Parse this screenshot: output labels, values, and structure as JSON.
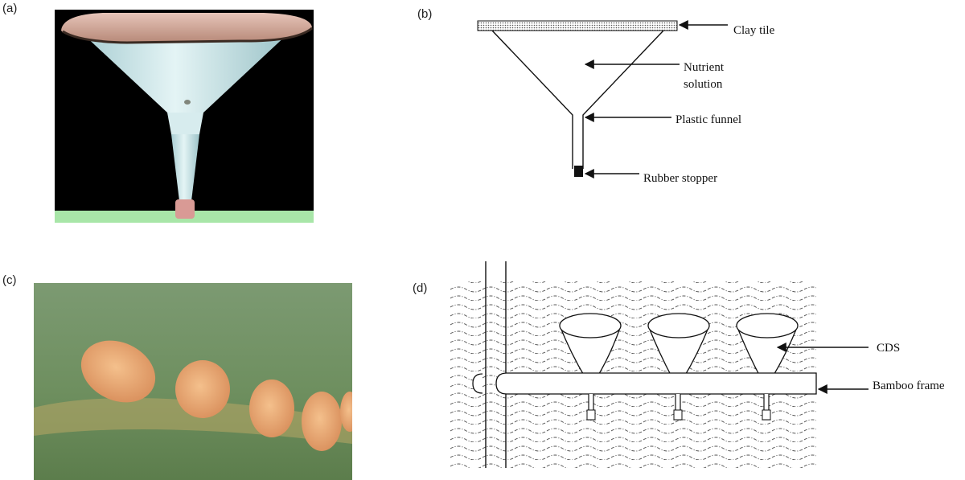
{
  "panels": {
    "a": {
      "label": "(a)"
    },
    "b": {
      "label": "(b)",
      "annotations": {
        "clay_tile": "Clay tile",
        "nutrient_line1": "Nutrient",
        "nutrient_line2": "solution",
        "plastic_funnel": "Plastic funnel",
        "rubber_stopper": "Rubber stopper"
      }
    },
    "c": {
      "label": "(c)"
    },
    "d": {
      "label": "(d)",
      "annotations": {
        "cds": "CDS",
        "bamboo_frame": "Bamboo frame"
      }
    }
  },
  "colors": {
    "photo_a_background": "#000000",
    "photo_a_tile": "#d9b3a6",
    "photo_a_funnel": "#cfe9ec",
    "photo_a_stopper": "#d99a95",
    "photo_a_floor": "#a8e6a8",
    "photo_c_water": "#6e8f5f",
    "photo_c_discs": "#e8a873",
    "line_ink": "#111111"
  }
}
